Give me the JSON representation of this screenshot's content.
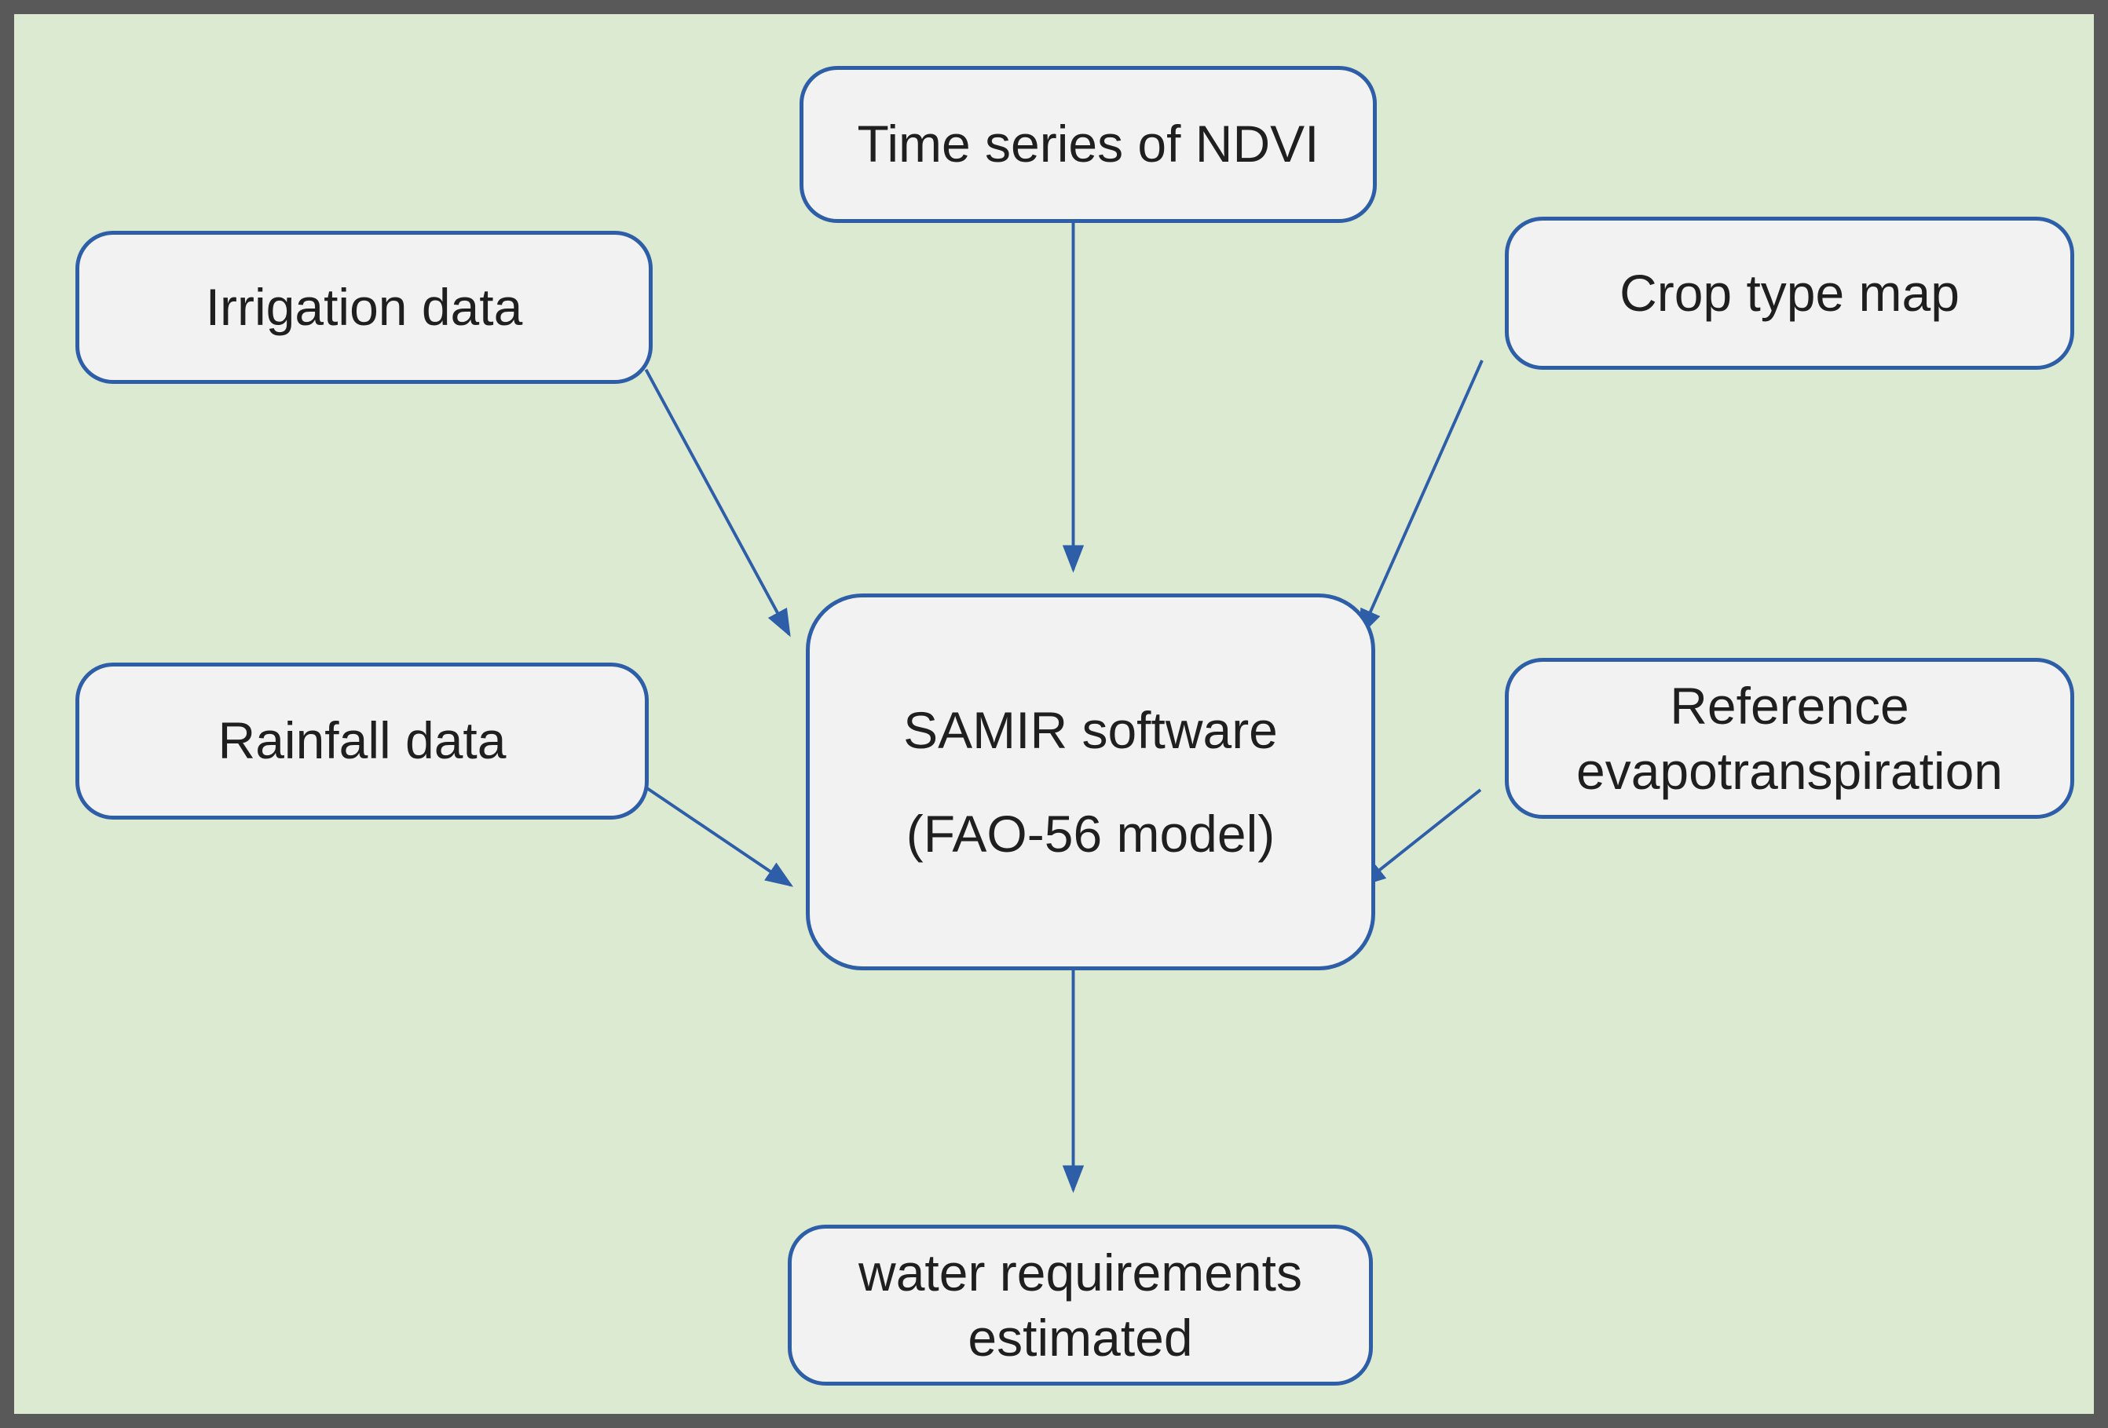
{
  "diagram": {
    "nodes": {
      "ndvi": {
        "label": "Time series of NDVI"
      },
      "irrigation": {
        "label": "Irrigation data"
      },
      "crop": {
        "label": "Crop type map"
      },
      "rainfall": {
        "label": "Rainfall data"
      },
      "reference": {
        "label": "Reference\nevapotranspiration"
      },
      "samir": {
        "label": "SAMIR software\n(FAO-56 model)"
      },
      "output": {
        "label": "water requirements\nestimated"
      }
    },
    "edges": [
      {
        "from": "ndvi",
        "to": "samir"
      },
      {
        "from": "irrigation",
        "to": "samir"
      },
      {
        "from": "crop",
        "to": "samir"
      },
      {
        "from": "rainfall",
        "to": "samir"
      },
      {
        "from": "reference",
        "to": "samir"
      },
      {
        "from": "samir",
        "to": "output"
      }
    ],
    "colors": {
      "background": "#dcead2",
      "frame": "#595959",
      "box_fill": "#f2f2f2",
      "box_border": "#2e5ea8",
      "arrow": "#2e5ea8",
      "text": "#1f1f1f"
    }
  }
}
